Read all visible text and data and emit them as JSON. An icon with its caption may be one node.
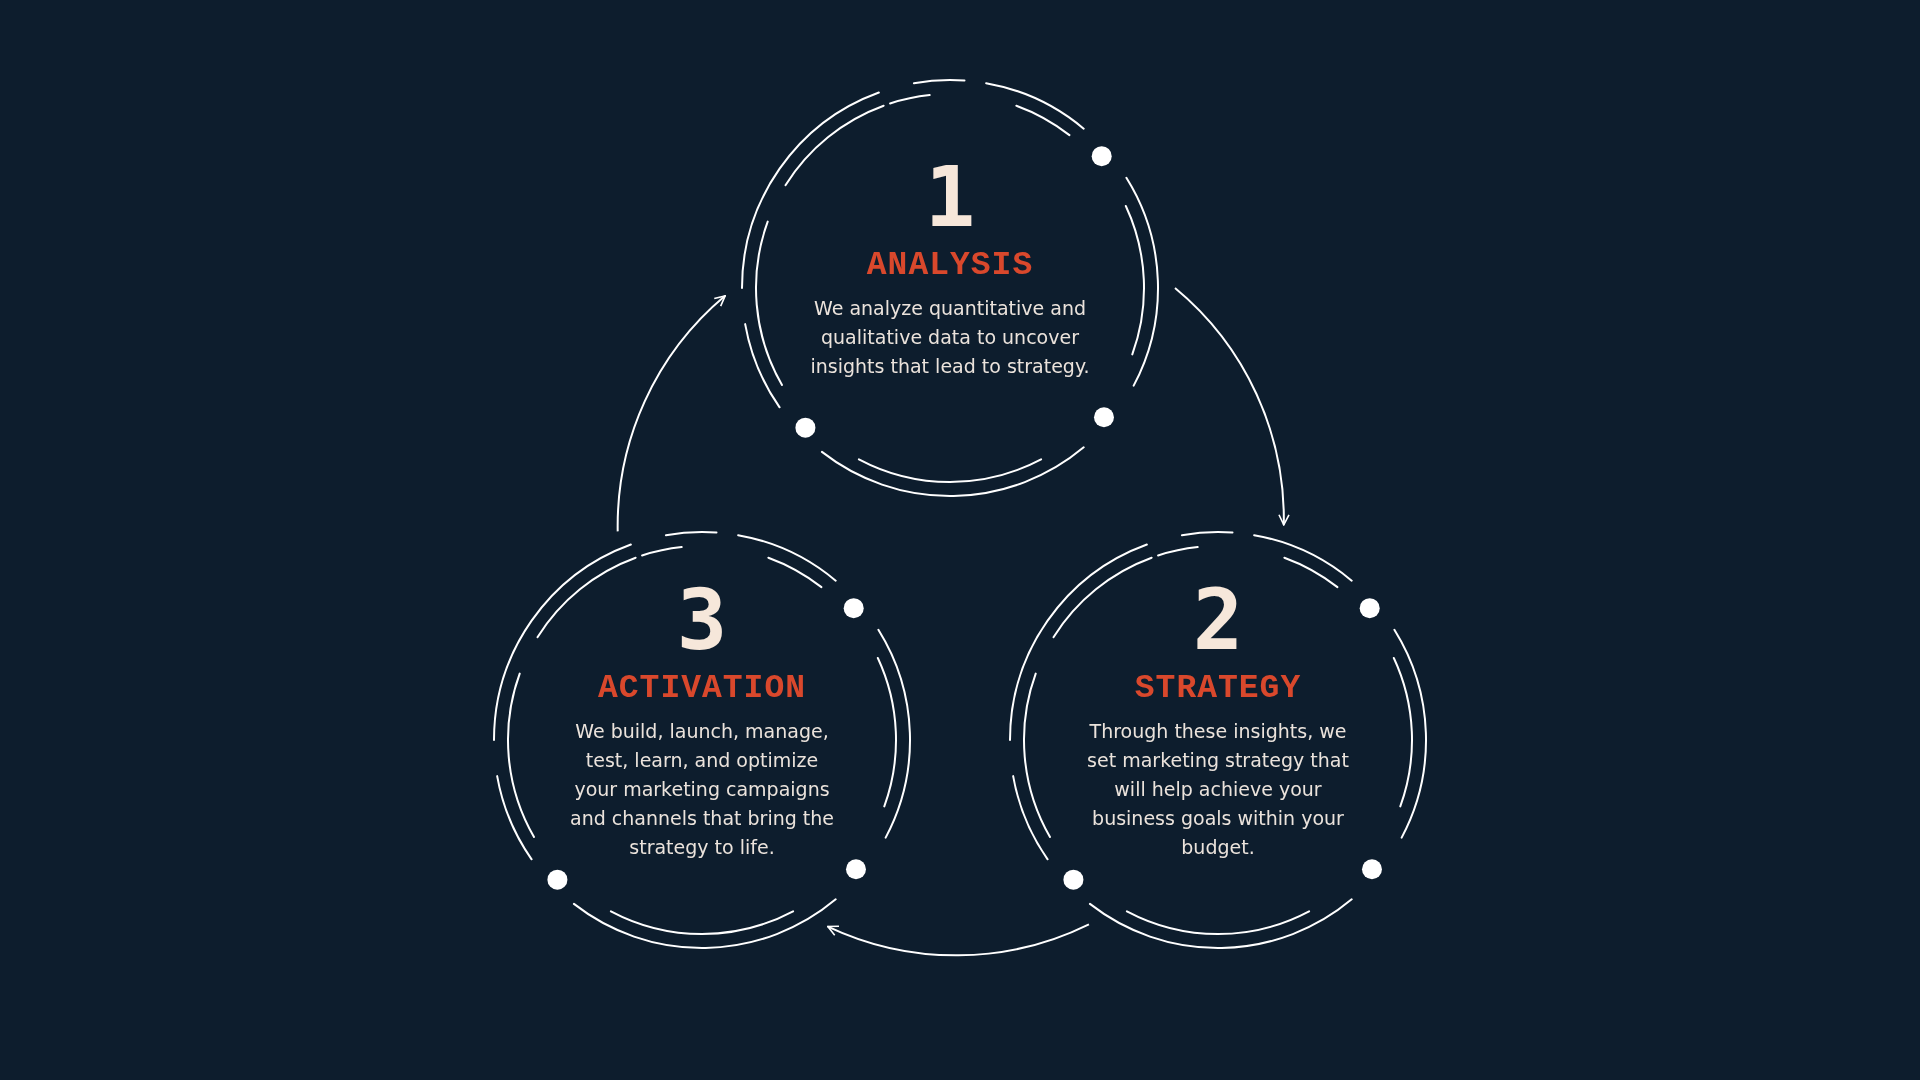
{
  "diagram": {
    "nodes": [
      {
        "text": [
          "1",
          "ANALYSIS",
          "We analyze quantitative and qualitative data to uncover insights that lead to strategy."
        ]
      },
      {
        "text": [
          "2",
          "STRATEGY",
          "Through these insights, we set marketing strategy that will help achieve your business goals within your budget."
        ]
      },
      {
        "text": [
          "3",
          "ACTIVATION",
          "We build, launch, manage, test, learn, and optimize your marketing campaigns and channels that bring the strategy to life."
        ]
      }
    ],
    "edges": [
      {
        "from": 0,
        "to": 1,
        "arrow": "to"
      },
      {
        "from": 1,
        "to": 2,
        "arrow": "to"
      },
      {
        "from": 2,
        "to": 0,
        "arrow": "to"
      }
    ]
  }
}
